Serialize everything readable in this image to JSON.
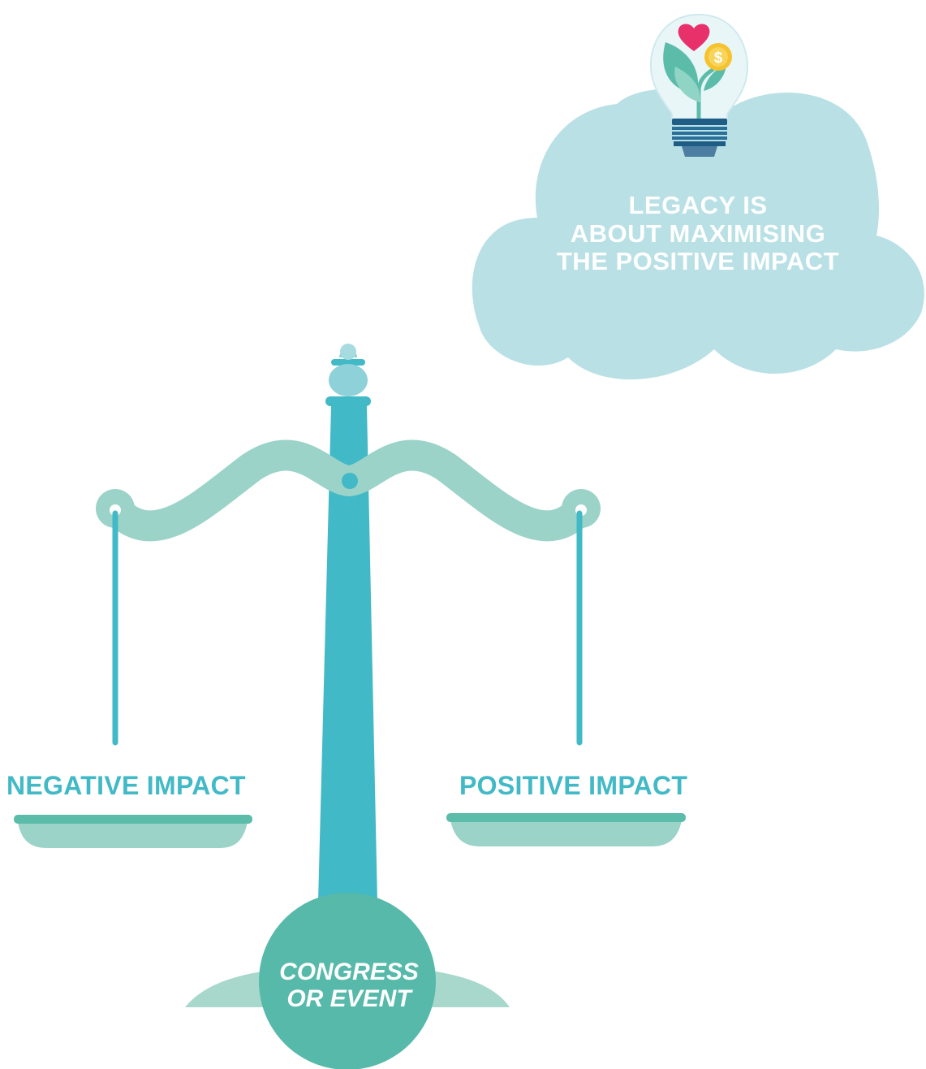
{
  "cloud": {
    "line1": "LEGACY IS",
    "line2": "ABOUT MAXIMISING",
    "line3": "THE POSITIVE IMPACT"
  },
  "scale": {
    "left_label": "NEGATIVE IMPACT",
    "right_label": "POSITIVE IMPACT",
    "base_line1": "CONGRESS",
    "base_line2": "OR EVENT"
  },
  "icons": {
    "bulb": "lightbulb-icon",
    "heart": "heart-icon",
    "coin": "dollar-coin-icon",
    "plant": "sprout-icon"
  },
  "colors": {
    "cloud": "#b8e0e5",
    "pillar": "#42b9c6",
    "beam": "#9bd3c8",
    "pan_rim": "#5bbcaa",
    "base_circle": "#56b9a9",
    "heart": "#e8306a",
    "coin": "#f6c22d",
    "bulb_base": "#1f5c86"
  }
}
